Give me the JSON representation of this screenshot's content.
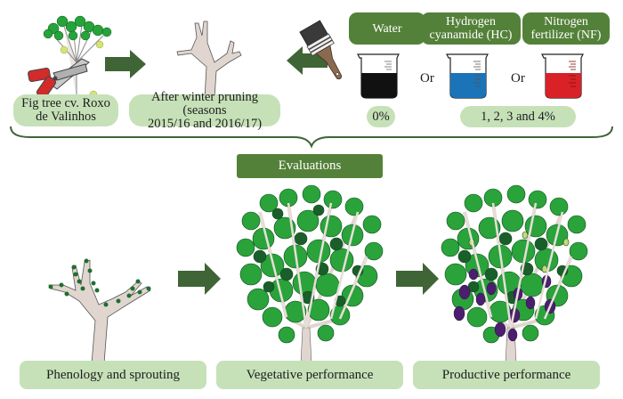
{
  "top_row": {
    "step1": {
      "label": "Fig tree cv. Roxo de Valinhos",
      "line1": "Fig tree cv. Roxo",
      "line2": "de Valinhos"
    },
    "step2": {
      "label": "After winter pruning (seasons 2015/16 and 2016/17)",
      "line1": "After winter pruning (seasons",
      "line2": "2015/16 and 2016/17)"
    },
    "treatments": [
      {
        "name": "Water",
        "line1": "Water",
        "line2": "",
        "liquid_color": "#111111"
      },
      {
        "name": "Hydrogen cyanamide (HC)",
        "line1": "Hydrogen",
        "line2": "cyanamide (HC)",
        "liquid_color": "#1b73b8"
      },
      {
        "name": "Nitrogen fertilizer (NF)",
        "line1": "Nitrogen",
        "line2": "fertilizer (NF)",
        "liquid_color": "#d92128"
      }
    ],
    "or_labels": [
      "Or",
      "Or"
    ],
    "doses": {
      "water": "0%",
      "chemicals": "1, 2, 3 and 4%"
    }
  },
  "evaluations": {
    "title": "Evaluations",
    "items": [
      {
        "label": "Phenology and sprouting"
      },
      {
        "label": "Vegetative performance"
      },
      {
        "label": "Productive performance"
      }
    ]
  },
  "colors": {
    "dark_green_box": "#548139",
    "light_green_pill": "#c6e1b8",
    "arrow_green": "#3f6436",
    "trunk": "#e0d6cf",
    "leaf_green": "#2aa33a",
    "leaf_dark": "#1a5e2a",
    "fig_purple": "#4b1f6e"
  }
}
